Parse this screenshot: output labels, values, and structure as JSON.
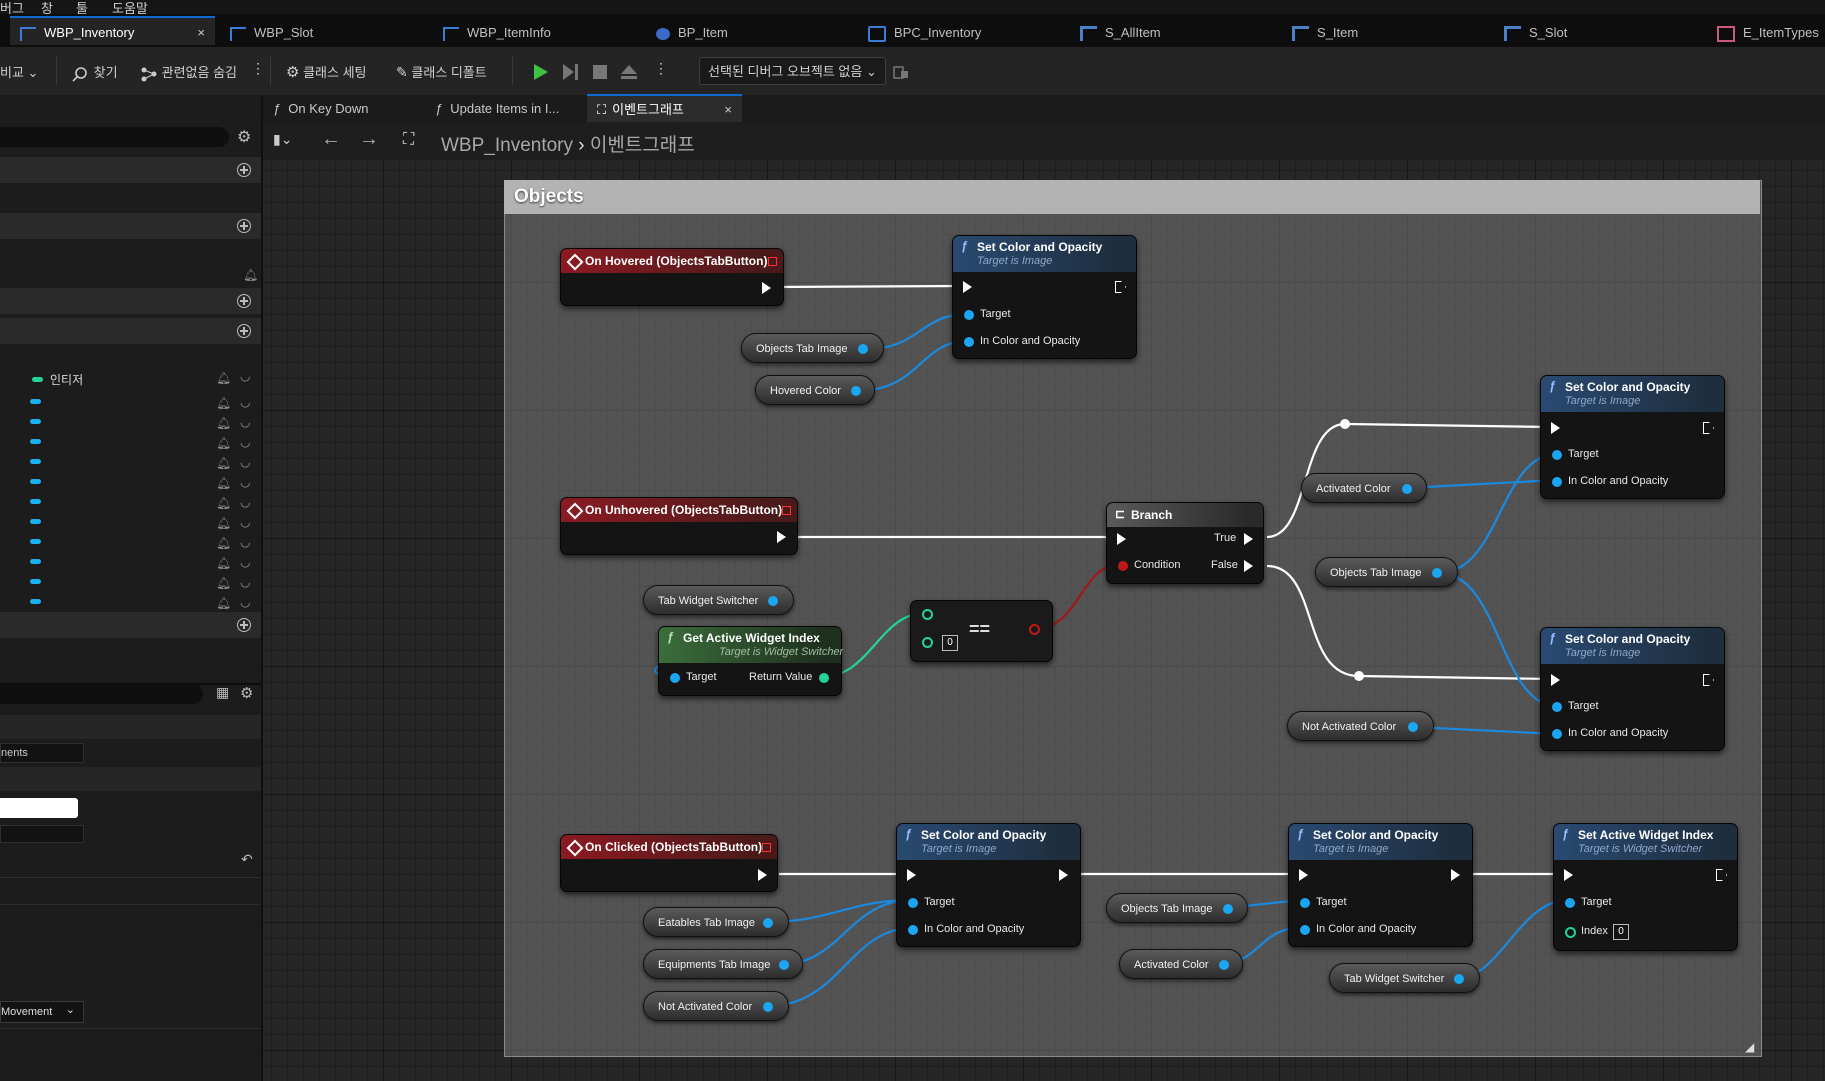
{
  "menubar": {
    "items": [
      "버그",
      "창",
      "툴",
      "도움말"
    ]
  },
  "doc_tabs": [
    {
      "label": "WBP_Inventory",
      "icon": "widget-blueprint-icon"
    },
    {
      "label": "WBP_Slot",
      "icon": "widget-blueprint-icon"
    },
    {
      "label": "WBP_ItemInfo",
      "icon": "widget-blueprint-icon"
    },
    {
      "label": "BP_Item",
      "icon": "blueprint-icon"
    },
    {
      "label": "BPC_Inventory",
      "icon": "component-icon"
    },
    {
      "label": "S_AllItem",
      "icon": "struct-icon"
    },
    {
      "label": "S_Item",
      "icon": "struct-icon"
    },
    {
      "label": "S_Slot",
      "icon": "struct-icon"
    },
    {
      "label": "E_ItemTypes",
      "icon": "enum-icon"
    }
  ],
  "toolbar": {
    "diff_label": "비교",
    "find_label": "찾기",
    "hide_unrelated_label": "관련없음 숨김",
    "class_settings_label": "클래스 세팅",
    "class_defaults_label": "클래스 디폴트",
    "debug_object_label": "선택된 디버그 오브젝트 없음"
  },
  "left_panel": {
    "var_category": "인티저",
    "field_value_1": "nents",
    "movement_select": "Movement"
  },
  "graph_tabs": [
    {
      "label": "On Key Down"
    },
    {
      "label": "Update Items in I..."
    },
    {
      "label": "이벤트그래프"
    }
  ],
  "breadcrumb": {
    "root": "WBP_Inventory",
    "current": "이벤트그래프"
  },
  "comment": {
    "title": "Objects"
  },
  "nodes": {
    "on_hovered": {
      "title": "On Hovered (ObjectsTabButton)"
    },
    "on_unhovered": {
      "title": "On Unhovered (ObjectsTabButton)"
    },
    "on_clicked": {
      "title": "On Clicked (ObjectsTabButton)"
    },
    "set_color": {
      "title": "Set Color and Opacity",
      "subtitle": "Target is Image",
      "pin_target": "Target",
      "pin_color": "In Color and Opacity"
    },
    "get_active": {
      "title": "Get Active Widget Index",
      "subtitle": "Target is Widget Switcher",
      "pin_target": "Target",
      "pin_return": "Return Value"
    },
    "branch": {
      "title": "Branch",
      "pin_condition": "Condition",
      "pin_true": "True",
      "pin_false": "False"
    },
    "equals": {
      "symbol": "==",
      "value": "0"
    },
    "set_active": {
      "title": "Set Active Widget Index",
      "subtitle": "Target is Widget Switcher",
      "pin_target": "Target",
      "pin_index": "Index",
      "index_value": "0"
    }
  },
  "vars": {
    "objects_tab_image": "Objects Tab Image",
    "hovered_color": "Hovered Color",
    "activated_color": "Activated Color",
    "not_activated_color": "Not Activated Color",
    "tab_widget_switcher": "Tab Widget Switcher",
    "eatables_tab_image": "Eatables Tab Image",
    "equipments_tab_image": "Equipments Tab Image"
  },
  "colors": {
    "accent": "#0d6cd4",
    "object_pin": "#1aa6f2",
    "int_pin": "#22d39a",
    "bool_pin": "#c01818",
    "event_header": "#8c1a22"
  }
}
